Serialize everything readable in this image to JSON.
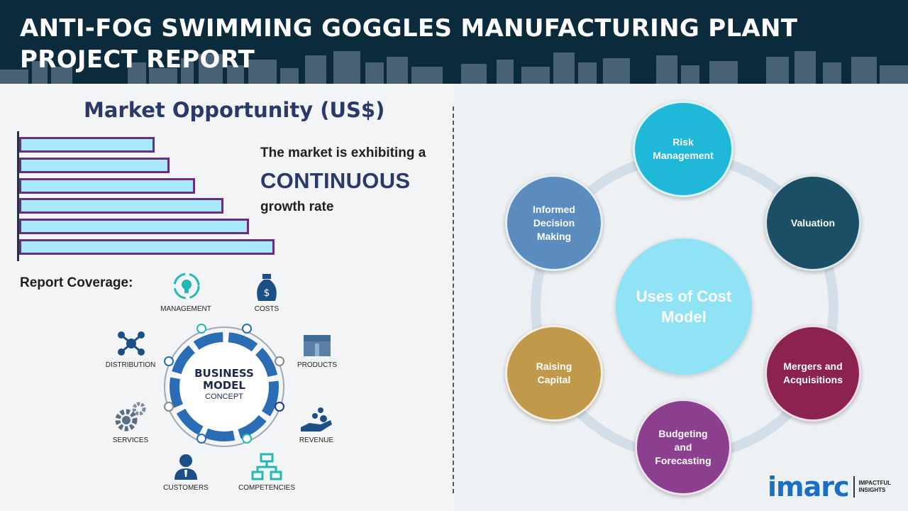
{
  "header": {
    "title": "ANTI-FOG SWIMMING GOGGLES MANUFACTURING PLANT PROJECT REPORT"
  },
  "market": {
    "title": "Market Opportunity (US$)",
    "bar_levels": [
      0.53,
      0.59,
      0.69,
      0.8,
      0.9,
      1.0
    ],
    "line1": "The market is exhibiting a",
    "line2": "CONTINUOUS",
    "line3": "growth rate"
  },
  "coverage": {
    "title": "Report Coverage:",
    "center_line1": "BUSINESS",
    "center_line2": "MODEL",
    "center_line3": "CONCEPT",
    "items": {
      "management": "MANAGEMENT",
      "costs": "COSTS",
      "distribution": "DISTRIBUTION",
      "products": "PRODUCTS",
      "services": "SERVICES",
      "revenue": "REVENUE",
      "customers": "CUSTOMERS",
      "competencies": "COMPETENCIES"
    }
  },
  "cost_model": {
    "center": "Uses of Cost Model",
    "nodes": {
      "risk": {
        "label": "Risk Management",
        "color": "#1fb8d8"
      },
      "valuation": {
        "label": "Valuation",
        "color": "#1b4f66"
      },
      "mergers": {
        "label": "Mergers and Acquisitions",
        "color": "#8c2250"
      },
      "budgeting": {
        "label": "Budgeting and Forecasting",
        "color": "#8b3f8e"
      },
      "raising": {
        "label": "Raising Capital",
        "color": "#c09a4a"
      },
      "informed": {
        "label": "Informed Decision Making",
        "color": "#5b8cc0"
      }
    }
  },
  "logo": {
    "brand": "imarc",
    "tag_line1": "IMPACTFUL",
    "tag_line2": "INSIGHTS"
  }
}
